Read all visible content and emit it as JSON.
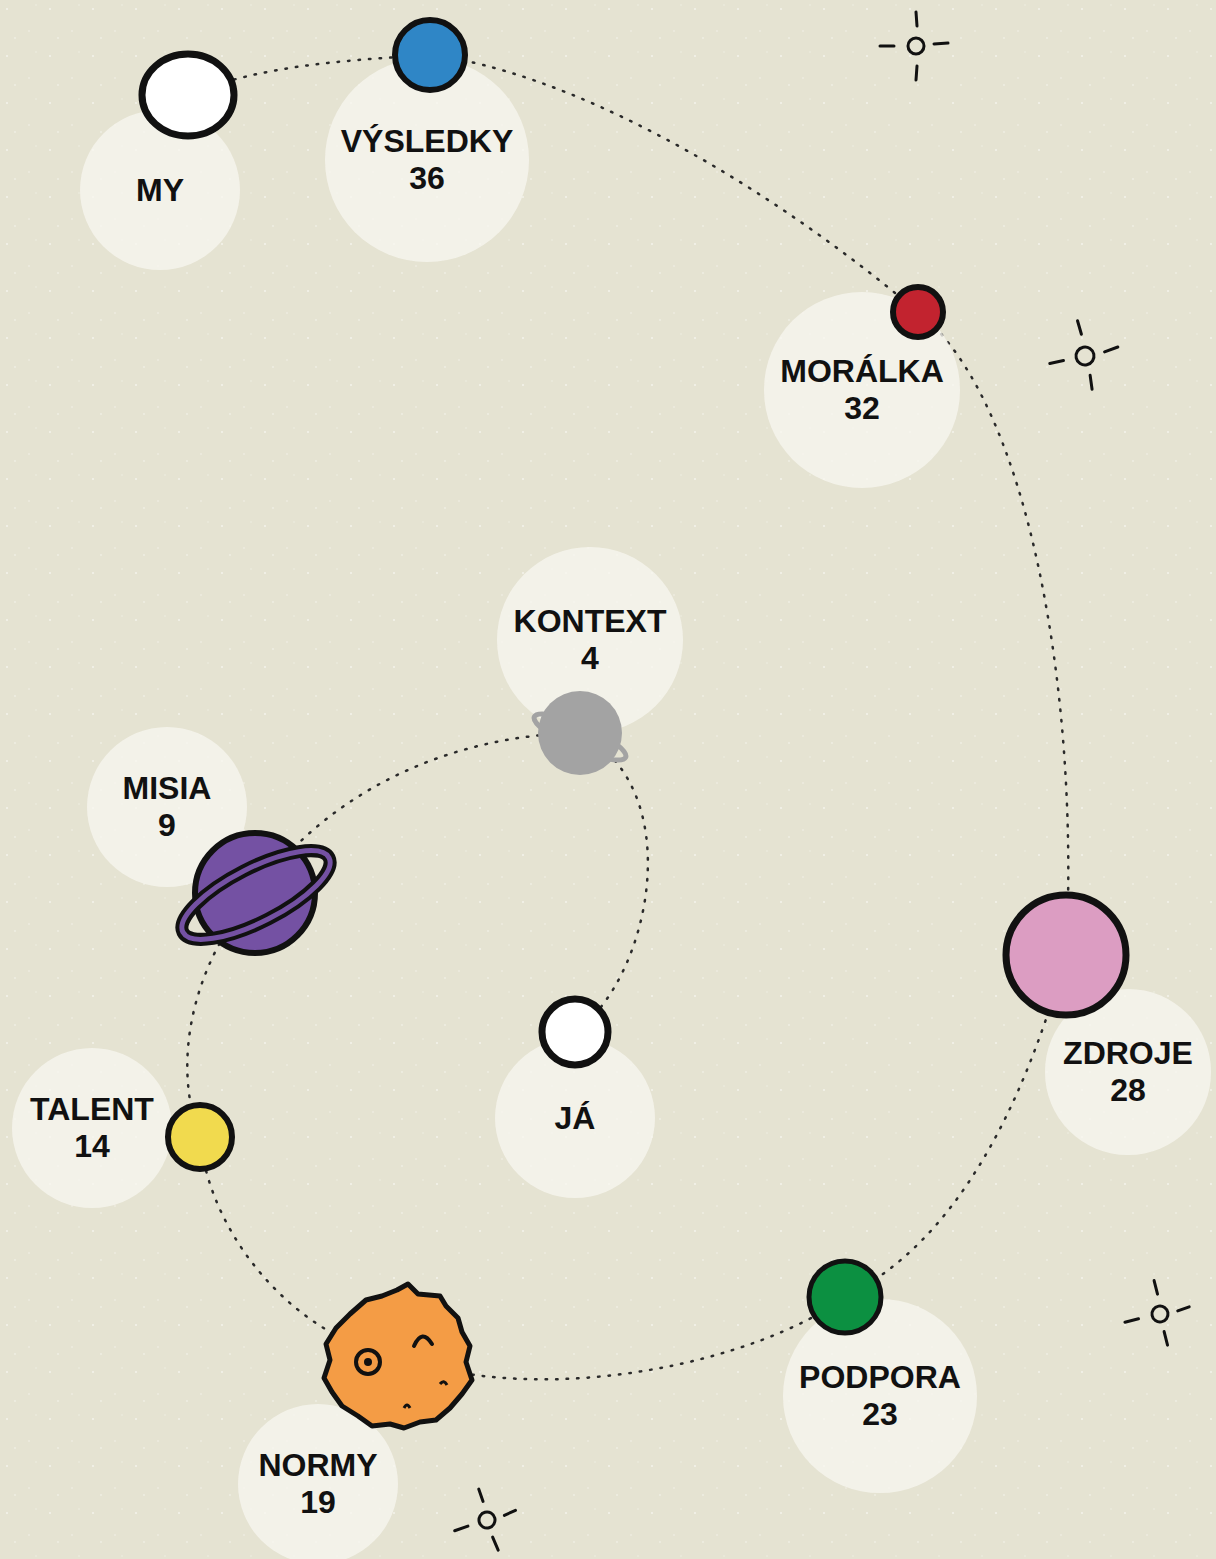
{
  "diagram": {
    "nodes": [
      {
        "text": [
          "JÁ"
        ]
      },
      {
        "text": [
          "KONTEXT",
          "4"
        ]
      },
      {
        "text": [
          "MISIA",
          "9"
        ]
      },
      {
        "text": [
          "TALENT",
          "14"
        ]
      },
      {
        "text": [
          "NORMY",
          "19"
        ]
      },
      {
        "text": [
          "PODPORA",
          "23"
        ]
      },
      {
        "text": [
          "ZDROJE",
          "28"
        ]
      },
      {
        "text": [
          "MORÁLKA",
          "32"
        ]
      },
      {
        "text": [
          "VÝSLEDKY",
          "36"
        ]
      },
      {
        "text": [
          "MY"
        ]
      }
    ],
    "edges": [
      {
        "from": 0,
        "to": 1,
        "arrow": "none"
      },
      {
        "from": 1,
        "to": 2,
        "arrow": "none"
      },
      {
        "from": 2,
        "to": 3,
        "arrow": "none"
      },
      {
        "from": 3,
        "to": 4,
        "arrow": "none"
      },
      {
        "from": 4,
        "to": 5,
        "arrow": "none"
      },
      {
        "from": 5,
        "to": 6,
        "arrow": "none"
      },
      {
        "from": 6,
        "to": 7,
        "arrow": "none"
      },
      {
        "from": 7,
        "to": 8,
        "arrow": "none"
      },
      {
        "from": 8,
        "to": 9,
        "arrow": "none"
      }
    ]
  }
}
